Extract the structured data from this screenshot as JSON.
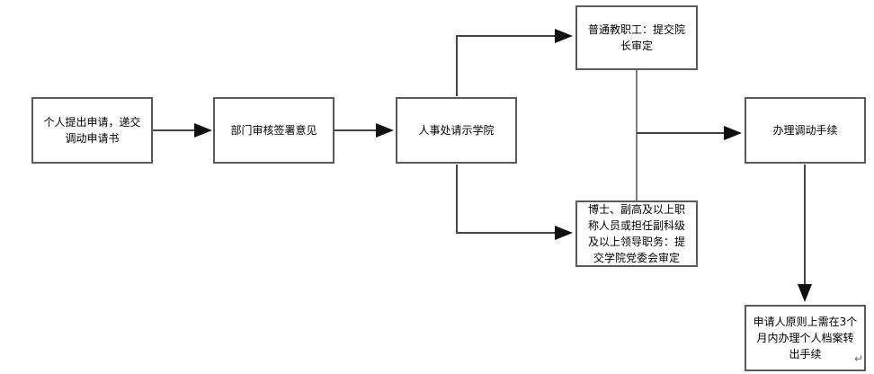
{
  "diagram": {
    "title": "",
    "nodes": [
      {
        "id": "individual-application",
        "label": "个人提出申请，递交\n调动申请书"
      },
      {
        "id": "department-review",
        "label": "部门审核签署意见"
      },
      {
        "id": "hr-consult-college",
        "label": "人事处请示学院"
      },
      {
        "id": "ordinary-staff-dean-approval",
        "label": "普通教职工：提交院\n长审定"
      },
      {
        "id": "senior-staff-party-committee-approval",
        "label": "博士、副高及以上职\n称人员或担任副科级\n及以上领导职务：提\n交学院党委会审定"
      },
      {
        "id": "transfer-procedures",
        "label": "办理调动手续"
      },
      {
        "id": "archive-transfer",
        "label": "申请人原则上需在3个\n月内办理个人档案转\n出手续"
      }
    ],
    "edges": [
      {
        "from": "individual-application",
        "to": "department-review"
      },
      {
        "from": "department-review",
        "to": "hr-consult-college"
      },
      {
        "from": "hr-consult-college",
        "to": "ordinary-staff-dean-approval"
      },
      {
        "from": "hr-consult-college",
        "to": "senior-staff-party-committee-approval"
      },
      {
        "from": "ordinary-staff-dean-approval",
        "to": "transfer-procedures"
      },
      {
        "from": "senior-staff-party-committee-approval",
        "to": "transfer-procedures"
      },
      {
        "from": "transfer-procedures",
        "to": "archive-transfer"
      }
    ],
    "colors": {
      "background": "#ffffff",
      "node_border": "#5a5a5a",
      "connector": "#444444",
      "branch_joint_line": "#7d7d7d",
      "arrowhead": "#111111",
      "text": "#000000"
    },
    "paragraph_mark": "↵"
  }
}
